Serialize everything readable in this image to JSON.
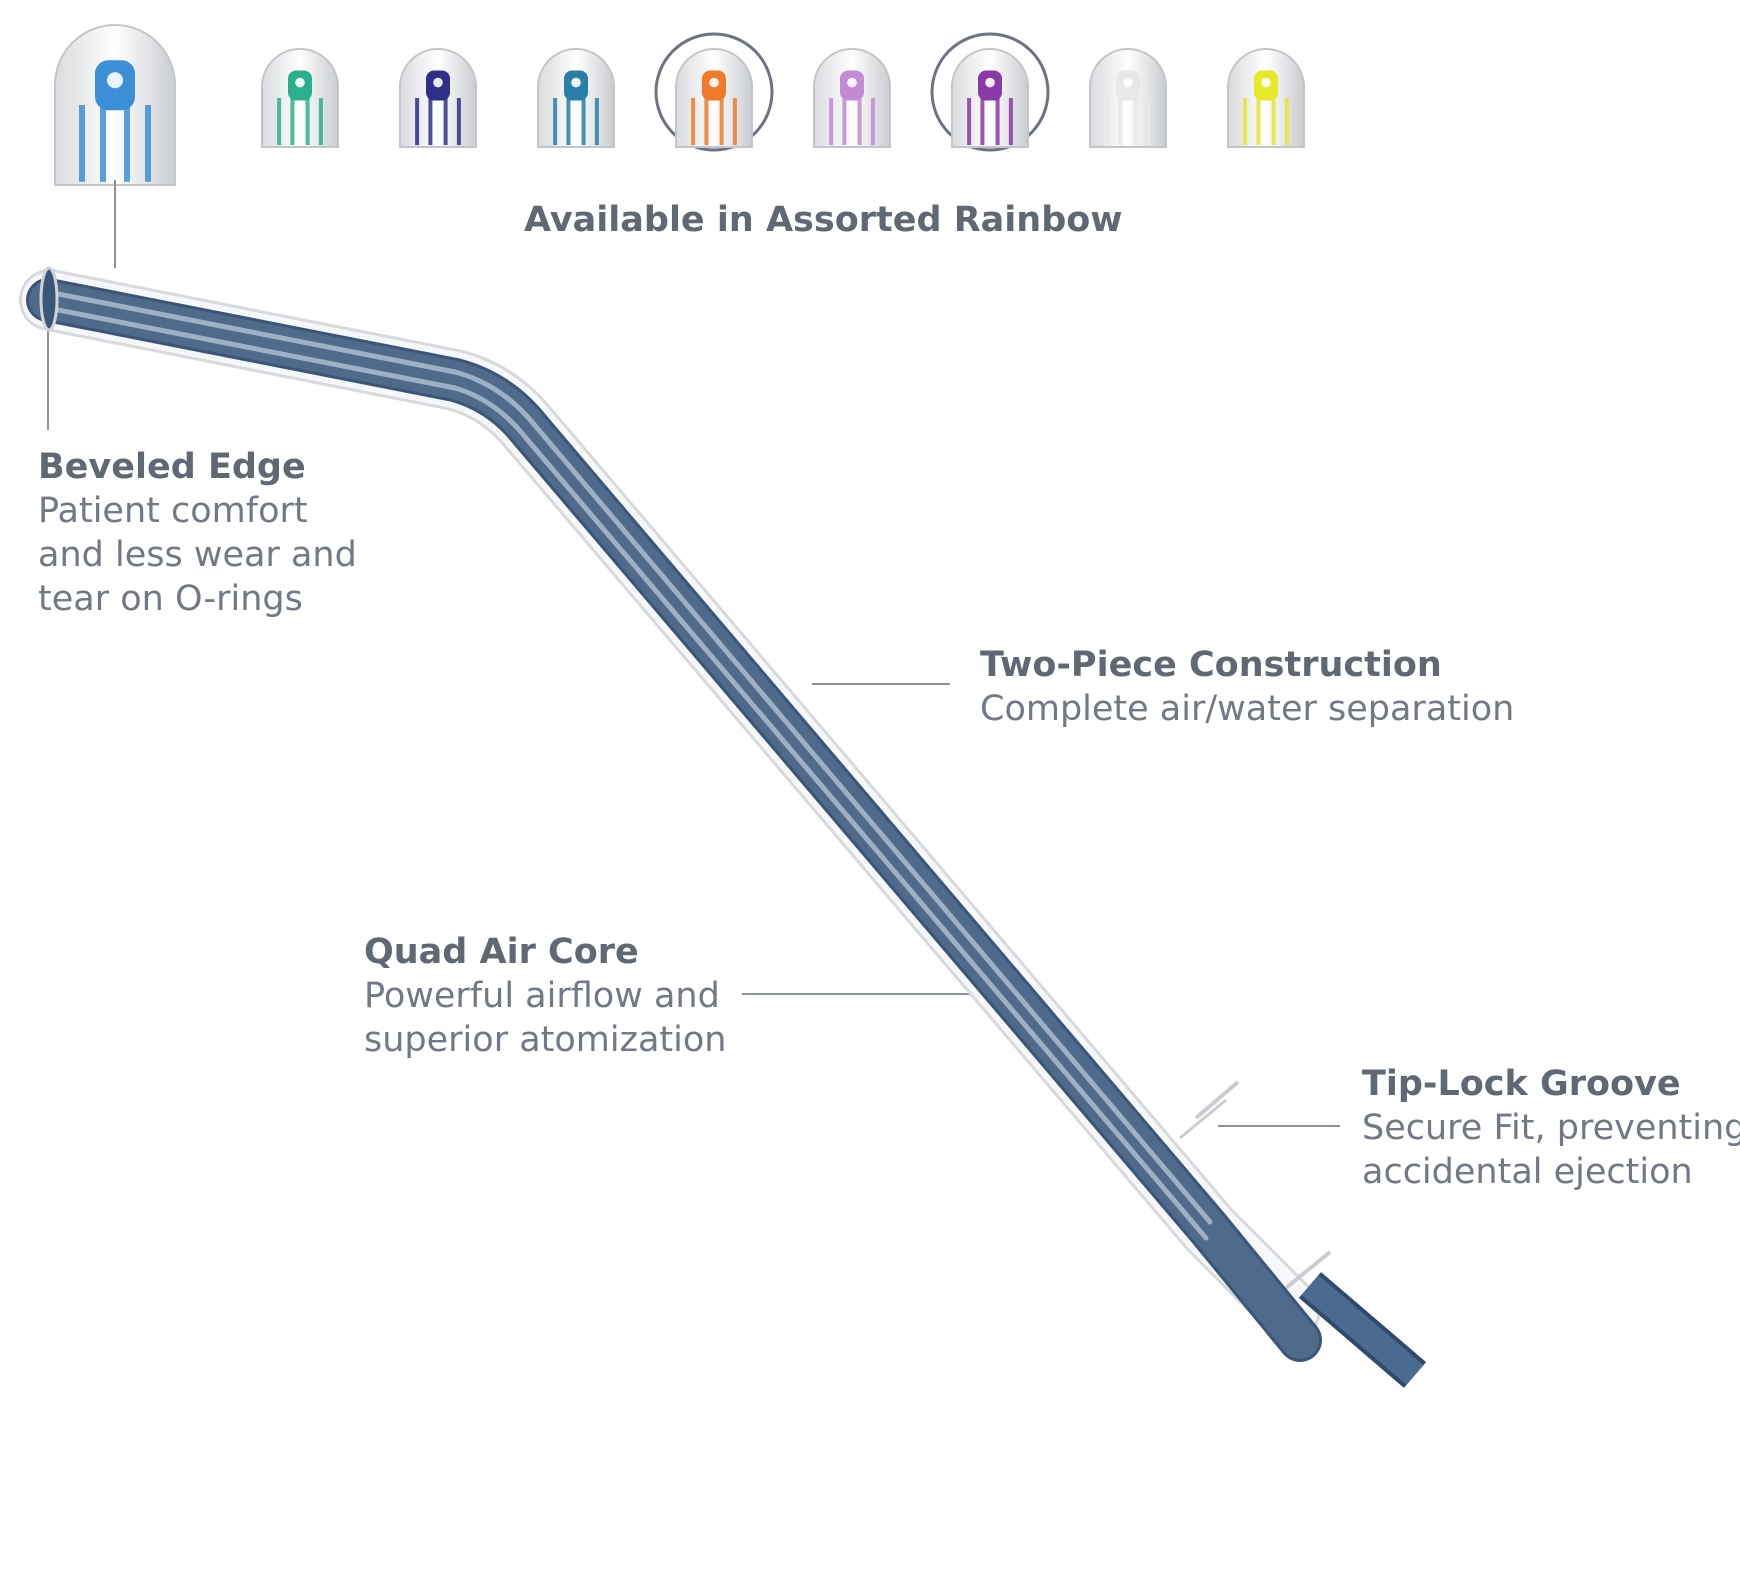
{
  "caption": "Available in Assorted Rainbow",
  "colors": {
    "text_title": "#5f6873",
    "text_desc": "#707984",
    "tube": "#4f6a8a",
    "tube_dark": "#3c5677",
    "leader_line": "#8a929b"
  },
  "swatches": [
    {
      "name": "blue",
      "color": "#3a8fd6",
      "selected": false,
      "large": true
    },
    {
      "name": "green",
      "color": "#2bb08e",
      "selected": false,
      "large": false
    },
    {
      "name": "navy",
      "color": "#2f2f8a",
      "selected": false,
      "large": false
    },
    {
      "name": "teal",
      "color": "#2a7fa6",
      "selected": false,
      "large": false
    },
    {
      "name": "orange",
      "color": "#f07a2a",
      "selected": true,
      "large": false
    },
    {
      "name": "lavender",
      "color": "#c48ad6",
      "selected": false,
      "large": false
    },
    {
      "name": "purple",
      "color": "#8a3aa6",
      "selected": true,
      "large": false
    },
    {
      "name": "clear",
      "color": "#e8e8e8",
      "selected": false,
      "large": false
    },
    {
      "name": "yellow",
      "color": "#e6e82a",
      "selected": false,
      "large": false
    }
  ],
  "features": {
    "beveled": {
      "title": "Beveled Edge",
      "lines": [
        "Patient comfort",
        "and less wear and",
        "tear on O-rings"
      ]
    },
    "two_piece": {
      "title": "Two-Piece Construction",
      "lines": [
        "Complete air/water separation"
      ]
    },
    "quad": {
      "title": "Quad Air Core",
      "lines": [
        "Powerful airflow and",
        "superior atomization"
      ]
    },
    "tip_lock": {
      "title": "Tip-Lock Groove",
      "lines": [
        "Secure Fit, preventing",
        "accidental ejection"
      ]
    }
  }
}
